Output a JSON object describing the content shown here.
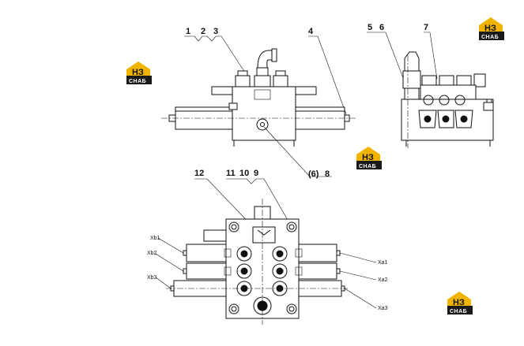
{
  "logo": {
    "mark": "НЗ",
    "text": "СНАБ",
    "color_primary": "#f0b400",
    "color_dark": "#1a1a1a"
  },
  "callouts": {
    "c1": "1",
    "c2": "2",
    "c3": "3",
    "c4": "4",
    "c5": "5",
    "c6": "6",
    "c7": "7",
    "c6b": "(6)",
    "c8": "8",
    "c12": "12",
    "c11": "11",
    "c10": "10",
    "c9": "9"
  },
  "ports": {
    "xb1": "Xb1",
    "xb2": "Xb2",
    "xb3": "Xb3",
    "xa1": "Xa1",
    "xa2": "Xa2",
    "xa3": "Xa3"
  }
}
